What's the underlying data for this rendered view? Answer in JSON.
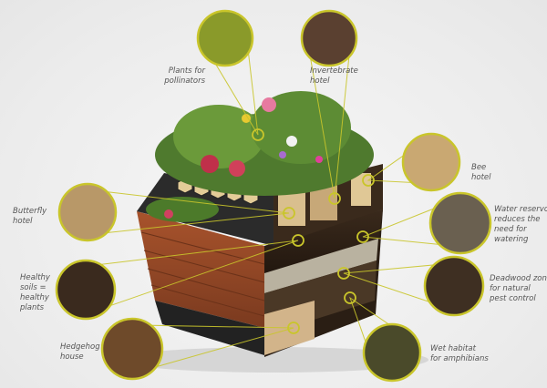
{
  "accent_color": "#c9c52b",
  "callouts": [
    {
      "id": "plants",
      "lines": [
        "Plants for",
        "pollinators"
      ],
      "image": "bee-on-flower"
    },
    {
      "id": "invertebrate",
      "lines": [
        "Invertebrate",
        "hotel"
      ],
      "image": "ladybird-in-hotel"
    },
    {
      "id": "bee",
      "lines": [
        "Bee",
        "hotel"
      ],
      "image": "bee-hotel-tubes"
    },
    {
      "id": "water",
      "lines": [
        "Water reservoir",
        "reduces the",
        "need for",
        "watering"
      ],
      "image": "gravel-reservoir"
    },
    {
      "id": "deadwood",
      "lines": [
        "Deadwood zone",
        "for natural",
        "pest control"
      ],
      "image": "deadwood-twigs"
    },
    {
      "id": "wet",
      "lines": [
        "Wet habitat",
        "for amphibians"
      ],
      "image": "toad"
    },
    {
      "id": "hedgehog",
      "lines": [
        "Hedgehog",
        "house"
      ],
      "image": "hedgehog"
    },
    {
      "id": "soils",
      "lines": [
        "Healthy",
        "soils =",
        "healthy",
        "plants"
      ],
      "image": "earthworm-soil"
    },
    {
      "id": "butterfly",
      "lines": [
        "Butterfly",
        "hotel"
      ],
      "image": "butterfly-hotel"
    }
  ]
}
